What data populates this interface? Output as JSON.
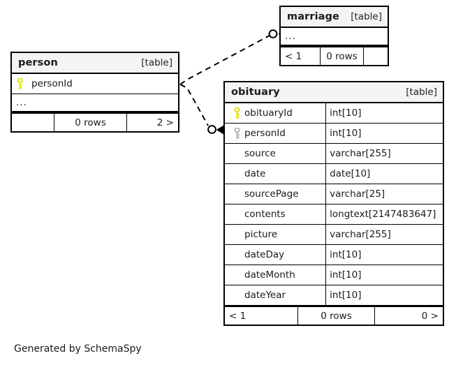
{
  "diagram": {
    "credit": "Generated by SchemaSpy",
    "kind_label": "[table]",
    "ellipsis": "...",
    "colors": {
      "primary_key": "#e8e800",
      "foreign_key": "#b4b4b4",
      "header_background": "#f4f4f4",
      "border": "#000000",
      "text": "#1a1a1a",
      "page_background": "#ffffff"
    }
  },
  "tables": {
    "person": {
      "name": "person",
      "kind": "[table]",
      "columns": [
        {
          "key": "primary",
          "name": "personId"
        }
      ],
      "has_ellipsis": true,
      "footer": {
        "left": "",
        "center": "0 rows",
        "right": "2 >"
      }
    },
    "marriage": {
      "name": "marriage",
      "kind": "[table]",
      "columns": [],
      "has_ellipsis": true,
      "footer": {
        "left": "< 1",
        "center": "0 rows",
        "right": ""
      }
    },
    "obituary": {
      "name": "obituary",
      "kind": "[table]",
      "columns": [
        {
          "key": "primary",
          "name": "obituaryId",
          "type": "int[10]"
        },
        {
          "key": "foreign",
          "name": "personId",
          "type": "int[10]"
        },
        {
          "key": "none",
          "name": "source",
          "type": "varchar[255]"
        },
        {
          "key": "none",
          "name": "date",
          "type": "date[10]"
        },
        {
          "key": "none",
          "name": "sourcePage",
          "type": "varchar[25]"
        },
        {
          "key": "none",
          "name": "contents",
          "type": "longtext[2147483647]"
        },
        {
          "key": "none",
          "name": "picture",
          "type": "varchar[255]"
        },
        {
          "key": "none",
          "name": "dateDay",
          "type": "int[10]"
        },
        {
          "key": "none",
          "name": "dateMonth",
          "type": "int[10]"
        },
        {
          "key": "none",
          "name": "dateYear",
          "type": "int[10]"
        }
      ],
      "has_ellipsis": false,
      "footer": {
        "left": "< 1",
        "center": "0 rows",
        "right": "0 >"
      }
    }
  },
  "relationships": [
    {
      "from": "person",
      "to": "marriage",
      "style": "dashed",
      "end_marker": "zero-or-many"
    },
    {
      "from": "person",
      "to": "obituary",
      "style": "dashed",
      "end_marker": "zero-or-many"
    }
  ]
}
